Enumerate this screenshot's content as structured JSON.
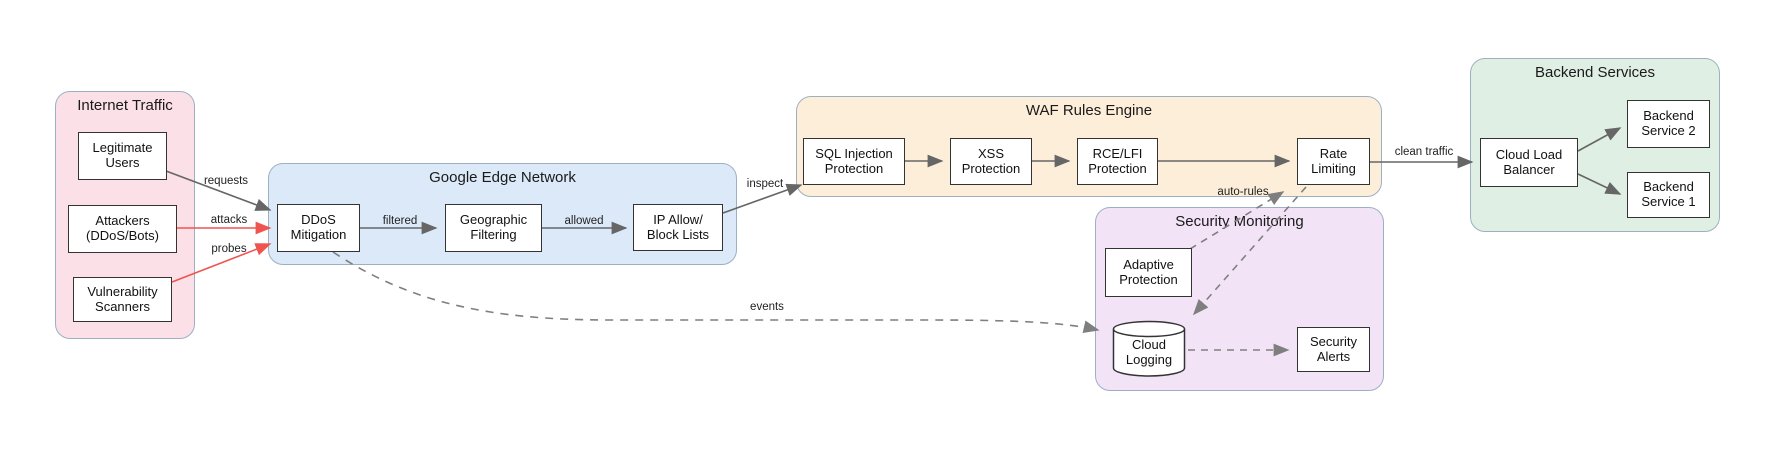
{
  "groups": {
    "internet": {
      "title": "Internet Traffic"
    },
    "edge_network": {
      "title": "Google Edge Network"
    },
    "waf": {
      "title": "WAF Rules Engine"
    },
    "monitoring": {
      "title": "Security Monitoring"
    },
    "backend": {
      "title": "Backend Services"
    }
  },
  "nodes": {
    "legit_users": {
      "label": "Legitimate Users"
    },
    "attackers": {
      "label": "Attackers (DDoS/Bots)"
    },
    "vuln_scanners": {
      "label": "Vulnerability Scanners"
    },
    "ddos_mitigation": {
      "label": "DDoS Mitigation"
    },
    "geo_filtering": {
      "label": "Geographic Filtering"
    },
    "ip_lists": {
      "label": "IP Allow/ Block Lists"
    },
    "sql_injection": {
      "label": "SQL Injection Protection"
    },
    "xss": {
      "label": "XSS Protection"
    },
    "rce_lfi": {
      "label": "RCE/LFI Protection"
    },
    "rate_limiting": {
      "label": "Rate Limiting"
    },
    "adaptive": {
      "label": "Adaptive Protection"
    },
    "cloud_logging": {
      "label": "Cloud Logging"
    },
    "security_alerts": {
      "label": "Security Alerts"
    },
    "load_balancer": {
      "label": "Cloud Load Balancer"
    },
    "backend_2": {
      "label": "Backend Service 2"
    },
    "backend_1": {
      "label": "Backend Service 1"
    }
  },
  "edges": [
    {
      "from": "Legitimate Users",
      "to": "DDoS Mitigation",
      "label": "requests",
      "style": "solid",
      "color": "gray"
    },
    {
      "from": "Attackers (DDoS/Bots)",
      "to": "DDoS Mitigation",
      "label": "attacks",
      "style": "solid",
      "color": "red"
    },
    {
      "from": "Vulnerability Scanners",
      "to": "DDoS Mitigation",
      "label": "probes",
      "style": "solid",
      "color": "red"
    },
    {
      "from": "DDoS Mitigation",
      "to": "Geographic Filtering",
      "label": "filtered",
      "style": "solid",
      "color": "gray"
    },
    {
      "from": "Geographic Filtering",
      "to": "IP Allow/ Block Lists",
      "label": "allowed",
      "style": "solid",
      "color": "gray"
    },
    {
      "from": "IP Allow/ Block Lists",
      "to": "SQL Injection Protection",
      "label": "inspect",
      "style": "solid",
      "color": "gray"
    },
    {
      "from": "SQL Injection Protection",
      "to": "XSS Protection",
      "label": "",
      "style": "solid",
      "color": "gray"
    },
    {
      "from": "XSS Protection",
      "to": "RCE/LFI Protection",
      "label": "",
      "style": "solid",
      "color": "gray"
    },
    {
      "from": "RCE/LFI Protection",
      "to": "Rate Limiting",
      "label": "",
      "style": "solid",
      "color": "gray"
    },
    {
      "from": "Rate Limiting",
      "to": "Cloud Load Balancer",
      "label": "clean traffic",
      "style": "solid",
      "color": "gray"
    },
    {
      "from": "Cloud Load Balancer",
      "to": "Backend Service 2",
      "label": "",
      "style": "solid",
      "color": "gray"
    },
    {
      "from": "Cloud Load Balancer",
      "to": "Backend Service 1",
      "label": "",
      "style": "solid",
      "color": "gray"
    },
    {
      "from": "DDoS Mitigation",
      "to": "Cloud Logging",
      "label": "events",
      "style": "dashed",
      "color": "gray"
    },
    {
      "from": "Adaptive Protection",
      "to": "Rate Limiting",
      "label": "auto-rules",
      "style": "dashed",
      "color": "gray"
    },
    {
      "from": "Rate Limiting",
      "to": "Cloud Logging",
      "label": "",
      "style": "dashed",
      "color": "gray"
    },
    {
      "from": "Cloud Logging",
      "to": "Security Alerts",
      "label": "",
      "style": "dashed",
      "color": "gray"
    }
  ],
  "colors": {
    "internet_fill": "#fbe0e8",
    "edge_network_fill": "#dbe9f8",
    "waf_fill": "#fdeeda",
    "monitoring_fill": "#f2e3f7",
    "backend_fill": "#e0efe3",
    "group_border": "#9db0c3",
    "node_border": "#333333",
    "arrow_gray": "#666666",
    "arrow_red": "#f0544f",
    "dashed_gray": "#7f7f7f"
  }
}
